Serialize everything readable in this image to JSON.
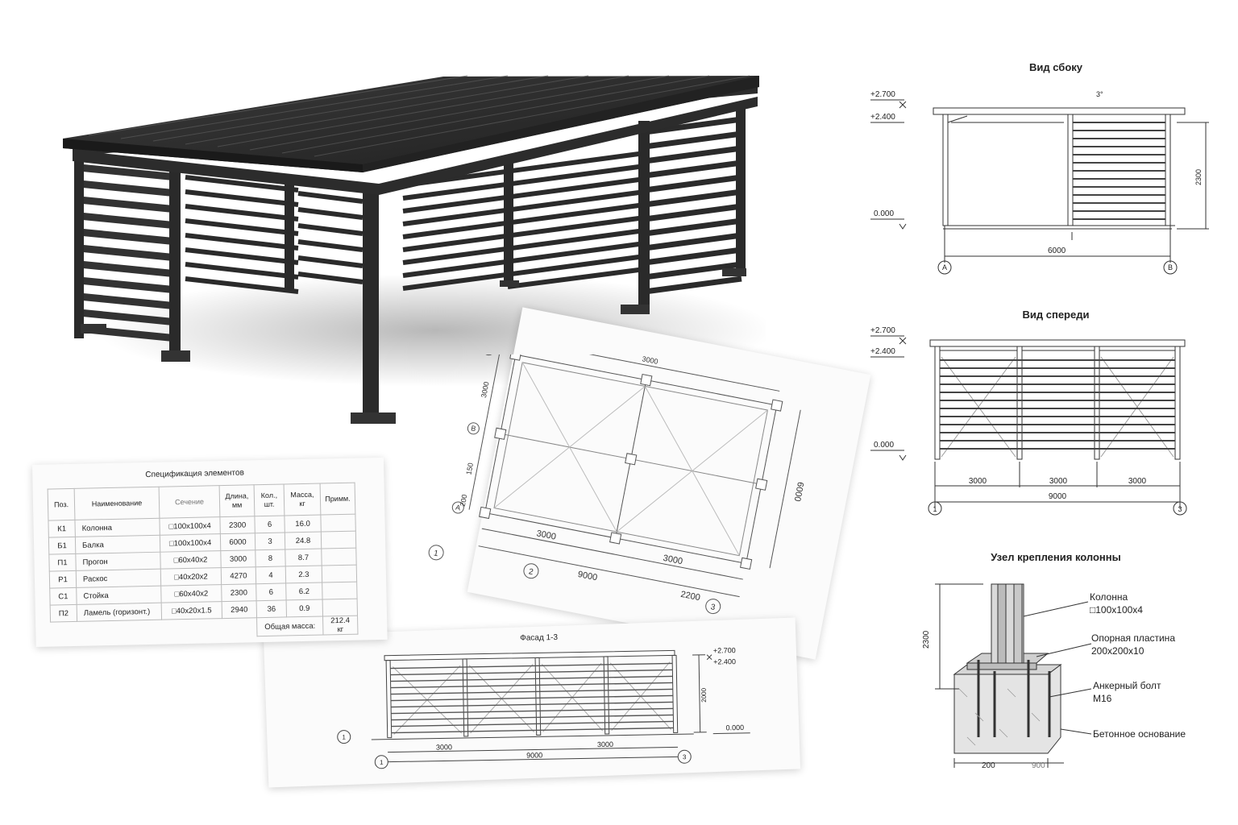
{
  "side_view": {
    "title": "Вид сбоку",
    "elev_top": "+2.700",
    "elev_mid": "+2.400",
    "elev_zero": "0.000",
    "angle": "3°",
    "height_dim": "2300",
    "length_dim": "6000",
    "axis_left": "A",
    "axis_right": "B"
  },
  "front_view": {
    "title": "Вид спереди",
    "elev_top": "+2.700",
    "elev_mid": "+2.400",
    "elev_zero": "0.000",
    "bay1": "3000",
    "bay2": "3000",
    "bay3": "3000",
    "total": "9000",
    "axis_left": "1",
    "axis_right": "3"
  },
  "node": {
    "title": "Узел крепления колонны",
    "height_dim": "2300",
    "column_label": "Колонна",
    "column_size": "□100х100х4",
    "plate_label": "Опорная пластина",
    "plate_size": "200х200х10",
    "bolt_label": "Анкерный болт",
    "bolt_size": "М16",
    "base_label": "Бетонное основание",
    "dim_a": "200",
    "dim_b": "900"
  },
  "plan": {
    "dim_top": "3000",
    "dim_bottom_1": "3000",
    "dim_bottom_2": "3000",
    "dim_total": "9000",
    "dim_right": "2200",
    "dim_side": "6000",
    "dim_left_1": "3000",
    "dim_left_2": "150",
    "dim_left_3": "200",
    "axis_1": "1",
    "axis_2": "2",
    "axis_3": "3",
    "axis_a": "A",
    "axis_b": "B",
    "axis_v": "В"
  },
  "facade": {
    "title": "Фасад 1-3",
    "elev_top": "+2.700",
    "elev_mid": "+2.400",
    "elev_zero": "0.000",
    "height_dim": "2000",
    "bay1": "3000",
    "bay2": "3000",
    "total": "9000",
    "axis_left": "1",
    "axis_right": "3",
    "axis_side": "1"
  },
  "spec": {
    "title": "Спецификация элементов",
    "headers": [
      "Поз.",
      "Наименование",
      "Сечение",
      "Длина, мм",
      "Кол., шт.",
      "Масса, кг",
      "Примм."
    ],
    "rows": [
      [
        "К1",
        "Колонна",
        "□100х100х4",
        "2300",
        "6",
        "16.0",
        ""
      ],
      [
        "Б1",
        "Балка",
        "□100х100х4",
        "6000",
        "3",
        "24.8",
        ""
      ],
      [
        "П1",
        "Прогон",
        "□60х40х2",
        "3000",
        "8",
        "8.7",
        ""
      ],
      [
        "Р1",
        "Раскос",
        "□40х20х2",
        "4270",
        "4",
        "2.3",
        ""
      ],
      [
        "С1",
        "Стойка",
        "□60х40х2",
        "2300",
        "6",
        "6.2",
        ""
      ],
      [
        "П2",
        "Ламель (горизонт.)",
        "□40х20х1.5",
        "2940",
        "36",
        "0.9",
        ""
      ]
    ],
    "total_label": "Общая масса:",
    "total_value": "212.4 кг"
  },
  "colors": {
    "steel": "#2e2e2e",
    "steel_light": "#4a4a4a",
    "line": "#333333",
    "concrete": "#e2e2e2"
  }
}
